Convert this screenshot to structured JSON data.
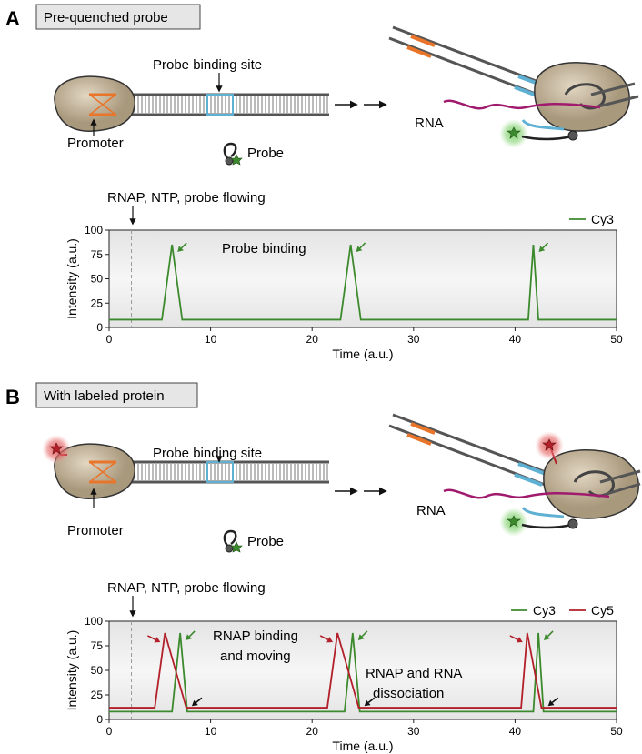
{
  "panels": [
    {
      "letter": "A",
      "title": "Pre-quenched probe",
      "labels": {
        "promoter": "Promoter",
        "binding_site": "Probe binding site",
        "probe": "Probe",
        "rna": "RNA",
        "flow": "RNAP, NTP, probe flowing",
        "annotation1": "Probe binding"
      },
      "show_protein_label": false
    },
    {
      "letter": "B",
      "title": "With labeled protein",
      "labels": {
        "promoter": "Promoter",
        "binding_site": "Probe binding site",
        "probe": "Probe",
        "rna": "RNA",
        "flow": "RNAP, NTP, probe flowing",
        "annotation1": "RNAP binding",
        "annotation1b": "and moving",
        "annotation2": "RNAP and RNA",
        "annotation2b": "dissociation"
      },
      "show_protein_label": true
    }
  ],
  "colors": {
    "cy3": "#3d8a2e",
    "cy5": "#b3202a",
    "promoter": "#e8752a",
    "binding_site": "#5fb1d4",
    "rna": "#a01a6e",
    "polymerase": "#c9b9a0",
    "dna": "#555555"
  },
  "chart_data": [
    {
      "type": "line",
      "xlabel": "Time (a.u.)",
      "ylabel": "Intensity (a.u.)",
      "xlim": [
        0,
        50
      ],
      "ylim": [
        0,
        100
      ],
      "xticks": [
        0,
        10,
        20,
        30,
        40,
        50
      ],
      "yticks": [
        0,
        25,
        50,
        75,
        100
      ],
      "flow_time": 2.2,
      "legend": "top-right",
      "series": [
        {
          "name": "Cy3",
          "color": "#3d8a2e",
          "x": [
            0,
            5.2,
            6.2,
            7.2,
            22.8,
            23.8,
            24.8,
            41.3,
            41.8,
            42.3,
            50
          ],
          "y": [
            8,
            8,
            85,
            8,
            8,
            85,
            8,
            8,
            85,
            8,
            8
          ]
        }
      ],
      "arrows": [
        {
          "color": "green",
          "x": 6.2,
          "y": 85
        },
        {
          "color": "green",
          "x": 23.8,
          "y": 85
        },
        {
          "color": "green",
          "x": 41.8,
          "y": 85
        }
      ]
    },
    {
      "type": "line",
      "xlabel": "Time (a.u.)",
      "ylabel": "Intensity (a.u.)",
      "xlim": [
        0,
        50
      ],
      "ylim": [
        0,
        100
      ],
      "xticks": [
        0,
        10,
        20,
        30,
        40,
        50
      ],
      "yticks": [
        0,
        25,
        50,
        75,
        100
      ],
      "flow_time": 2.2,
      "legend": "top-right",
      "series": [
        {
          "name": "Cy3",
          "color": "#3d8a2e",
          "x": [
            0,
            6.0,
            6.2,
            7.0,
            7.7,
            23.0,
            23.2,
            24.0,
            24.7,
            41.6,
            41.8,
            42.3,
            42.8,
            50
          ],
          "y": [
            8,
            8,
            8,
            88,
            8,
            8,
            8,
            88,
            8,
            8,
            8,
            88,
            8,
            8
          ]
        },
        {
          "name": "Cy5",
          "color": "#b3202a",
          "x": [
            0,
            4.5,
            5.5,
            7.6,
            21.5,
            22.5,
            24.6,
            40.6,
            41.2,
            42.6,
            50
          ],
          "y": [
            12,
            12,
            88,
            12,
            12,
            88,
            12,
            12,
            88,
            12,
            12
          ]
        }
      ],
      "arrows": [
        {
          "color": "red",
          "x": 5.5,
          "y": 88
        },
        {
          "color": "green",
          "x": 7.0,
          "y": 88
        },
        {
          "color": "black",
          "x": 7.7,
          "y": 10
        },
        {
          "color": "red",
          "x": 22.5,
          "y": 88
        },
        {
          "color": "green",
          "x": 24.0,
          "y": 88
        },
        {
          "color": "black",
          "x": 24.7,
          "y": 10
        },
        {
          "color": "red",
          "x": 41.2,
          "y": 88
        },
        {
          "color": "green",
          "x": 42.3,
          "y": 88
        },
        {
          "color": "black",
          "x": 42.8,
          "y": 10
        }
      ]
    }
  ]
}
